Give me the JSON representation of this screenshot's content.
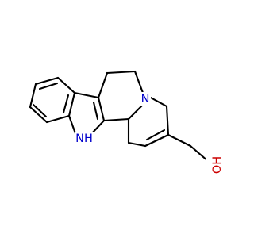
{
  "structure": {
    "atoms": [
      {
        "id": "ring_n",
        "symbol": "N",
        "color": "#0000cc"
      },
      {
        "id": "indole_nh",
        "symbol": "NH",
        "color": "#0000cc"
      },
      {
        "id": "hydroxyl",
        "symbol": "OH",
        "color": "#cc0000"
      }
    ],
    "bond_color": "#000000",
    "background": "#ffffff"
  }
}
